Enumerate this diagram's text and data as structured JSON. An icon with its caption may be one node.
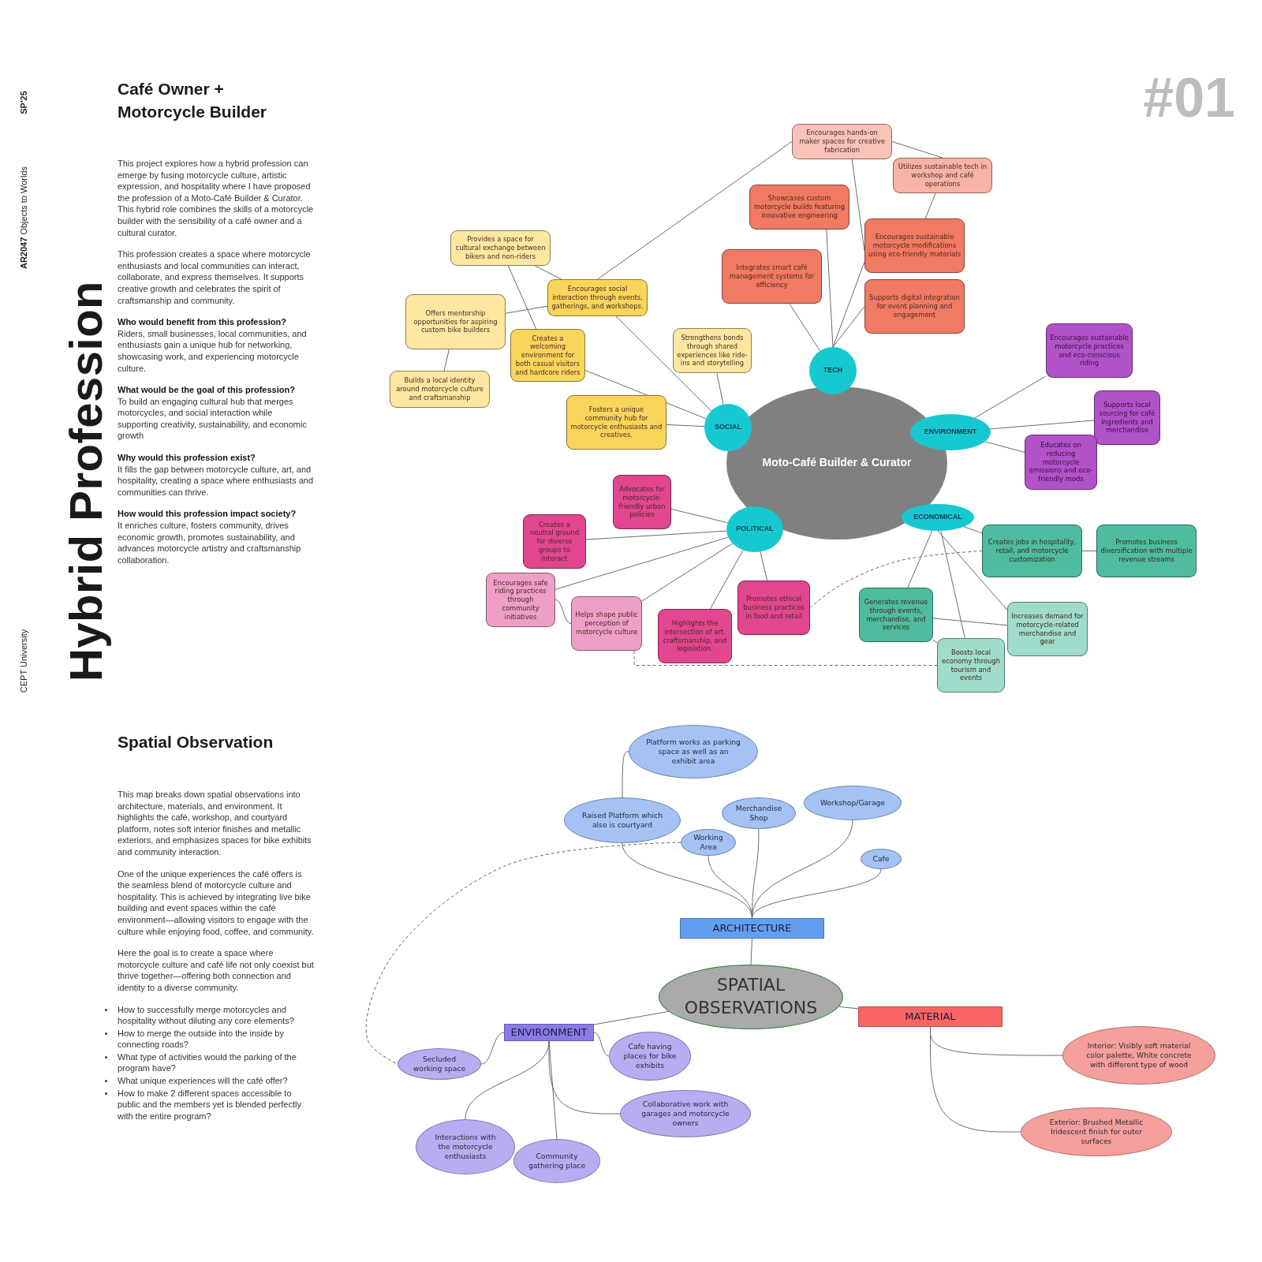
{
  "diagram": {
    "title": "Hybrid Profession",
    "nodes": [
      {
        "text": [
          "Moto-Café Builder & Curator"
        ]
      },
      {
        "text": [
          "TECH"
        ]
      },
      {
        "text": [
          "SOCIAL"
        ]
      },
      {
        "text": [
          "ENVIRONMENT"
        ]
      },
      {
        "text": [
          "POLITICAL"
        ]
      },
      {
        "text": [
          "ECONOMICAL"
        ]
      },
      {
        "text": [
          "Encourages hands-on maker spaces for creative fabrication"
        ]
      },
      {
        "text": [
          "Utilizes sustainable tech in workshop and café operations"
        ]
      },
      {
        "text": [
          "Showcases custom motorcycle builds featuring innovative engineering"
        ]
      },
      {
        "text": [
          "Integrates smart café management systems for efficiency"
        ]
      },
      {
        "text": [
          "Encourages sustainable motorcycle modifications using eco-friendly materials"
        ]
      },
      {
        "text": [
          "Supports digital integration for event planning and engagement"
        ]
      },
      {
        "text": [
          "Provides a space for cultural exchange between bikers and non-riders"
        ]
      },
      {
        "text": [
          "Encourages social interaction through events, gatherings, and workshops."
        ]
      },
      {
        "text": [
          "Offers mentorship opportunities for aspiring custom bike builders"
        ]
      },
      {
        "text": [
          "Creates a welcoming environment for both casual visitors and hardcore riders"
        ]
      },
      {
        "text": [
          "Strengthens bonds through shared experiences like ride-ins and storytelling"
        ]
      },
      {
        "text": [
          "Builds a local identity around motorcycle culture and craftsmanship"
        ]
      },
      {
        "text": [
          "Fosters a unique community hub for motorcycle enthusiasts and creatives."
        ]
      },
      {
        "text": [
          "Encourages sustainable motorcycle practices and eco-conscious riding"
        ]
      },
      {
        "text": [
          "Supports local sourcing for café ingredients and merchandise"
        ]
      },
      {
        "text": [
          "Educates on reducing motorcycle emissions and eco-friendly mods"
        ]
      },
      {
        "text": [
          "Advocates for motorcycle-friendly urban policies"
        ]
      },
      {
        "text": [
          "Creates a neutral ground for diverse groups to interact"
        ]
      },
      {
        "text": [
          "Encourages safe riding practices through community initiatives"
        ]
      },
      {
        "text": [
          "Helps shape public perception of motorcycle culture"
        ]
      },
      {
        "text": [
          "Highlights the intersection of art, craftsmanship, and legislation."
        ]
      },
      {
        "text": [
          "Promotes ethical business practices in food and retail"
        ]
      },
      {
        "text": [
          "Creates jobs in hospitality, retail, and motorcycle customization"
        ]
      },
      {
        "text": [
          "Promotes business diversification with multiple revenue streams"
        ]
      },
      {
        "text": [
          "Generates revenue through events, merchandise, and services"
        ]
      },
      {
        "text": [
          "Increases demand for motorcycle-related merchandise and gear"
        ]
      },
      {
        "text": [
          "Boosts local economy through tourism and events"
        ]
      },
      {
        "text": [
          "SPATIAL OBSERVATIONS"
        ]
      },
      {
        "text": [
          "ARCHITECTURE"
        ]
      },
      {
        "text": [
          "ENVIRONMENT"
        ]
      },
      {
        "text": [
          "MATERIAL"
        ]
      },
      {
        "text": [
          "Platform works as parking space as well as an exhibit area"
        ]
      },
      {
        "text": [
          "Raised Platform which also is courtyard"
        ]
      },
      {
        "text": [
          "Merchandise Shop"
        ]
      },
      {
        "text": [
          "Workshop/Garage"
        ]
      },
      {
        "text": [
          "Working Area"
        ]
      },
      {
        "text": [
          "Cafe"
        ]
      },
      {
        "text": [
          "Secluded working space"
        ]
      },
      {
        "text": [
          "Cafe having places for bike exhibits"
        ]
      },
      {
        "text": [
          "Collaborative work with garages and motorcycle owners"
        ]
      },
      {
        "text": [
          "Interactions with the motorcycle enthusiasts"
        ]
      },
      {
        "text": [
          "Community gathering place"
        ]
      },
      {
        "text": [
          "Interior: Visibly soft material color palette, White concrete with different type of wood"
        ]
      },
      {
        "text": [
          "Exterior: Brushed Metallic Iridescent finish for outer surfaces"
        ]
      }
    ],
    "edges": [
      {
        "from": 13,
        "to": 6,
        "arrow": "none"
      },
      {
        "from": 6,
        "to": 7,
        "arrow": "none"
      },
      {
        "from": 6,
        "to": 10,
        "arrow": "none"
      },
      {
        "from": 7,
        "to": 10,
        "arrow": "none"
      },
      {
        "from": 1,
        "to": 8,
        "arrow": "none"
      },
      {
        "from": 1,
        "to": 9,
        "arrow": "none"
      },
      {
        "from": 1,
        "to": 10,
        "arrow": "none"
      },
      {
        "from": 1,
        "to": 11,
        "arrow": "none"
      },
      {
        "from": 12,
        "to": 13,
        "arrow": "none"
      },
      {
        "from": 12,
        "to": 15,
        "arrow": "none"
      },
      {
        "from": 14,
        "to": 13,
        "arrow": "none"
      },
      {
        "from": 14,
        "to": 17,
        "arrow": "none"
      },
      {
        "from": 2,
        "to": 13,
        "arrow": "none"
      },
      {
        "from": 2,
        "to": 15,
        "arrow": "none"
      },
      {
        "from": 2,
        "to": 16,
        "arrow": "none"
      },
      {
        "from": 2,
        "to": 18,
        "arrow": "none"
      },
      {
        "from": 3,
        "to": 19,
        "arrow": "none"
      },
      {
        "from": 3,
        "to": 20,
        "arrow": "none"
      },
      {
        "from": 3,
        "to": 21,
        "arrow": "none"
      },
      {
        "from": 4,
        "to": 22,
        "arrow": "none"
      },
      {
        "from": 4,
        "to": 23,
        "arrow": "none"
      },
      {
        "from": 4,
        "to": 24,
        "arrow": "none"
      },
      {
        "from": 4,
        "to": 25,
        "arrow": "none"
      },
      {
        "from": 4,
        "to": 26,
        "arrow": "none"
      },
      {
        "from": 4,
        "to": 27,
        "arrow": "none"
      },
      {
        "from": 24,
        "to": 25,
        "arrow": "none"
      },
      {
        "from": 27,
        "to": 28,
        "arrow": "none",
        "style": "dashed"
      },
      {
        "from": 25,
        "to": 32,
        "arrow": "none",
        "style": "dashed"
      },
      {
        "from": 5,
        "to": 28,
        "arrow": "none"
      },
      {
        "from": 5,
        "to": 30,
        "arrow": "none"
      },
      {
        "from": 5,
        "to": 31,
        "arrow": "none"
      },
      {
        "from": 5,
        "to": 32,
        "arrow": "none"
      },
      {
        "from": 28,
        "to": 29,
        "arrow": "none"
      },
      {
        "from": 30,
        "to": 31,
        "arrow": "none"
      },
      {
        "from": 30,
        "to": 32,
        "arrow": "none"
      },
      {
        "from": 33,
        "to": 34,
        "arrow": "none"
      },
      {
        "from": 33,
        "to": 35,
        "arrow": "none"
      },
      {
        "from": 33,
        "to": 36,
        "arrow": "none"
      },
      {
        "from": 34,
        "to": 38,
        "arrow": "none"
      },
      {
        "from": 34,
        "to": 41,
        "arrow": "none"
      },
      {
        "from": 34,
        "to": 39,
        "arrow": "none"
      },
      {
        "from": 34,
        "to": 40,
        "arrow": "none"
      },
      {
        "from": 34,
        "to": 42,
        "arrow": "none"
      },
      {
        "from": 38,
        "to": 37,
        "arrow": "none"
      },
      {
        "from": 41,
        "to": 43,
        "arrow": "none",
        "style": "dashed"
      },
      {
        "from": 35,
        "to": 43,
        "arrow": "none"
      },
      {
        "from": 35,
        "to": 44,
        "arrow": "none"
      },
      {
        "from": 35,
        "to": 45,
        "arrow": "none"
      },
      {
        "from": 35,
        "to": 46,
        "arrow": "none"
      },
      {
        "from": 35,
        "to": 47,
        "arrow": "none"
      },
      {
        "from": 36,
        "to": 48,
        "arrow": "none"
      },
      {
        "from": 36,
        "to": 49,
        "arrow": "none"
      }
    ],
    "labels": [
      "SP'25",
      "**AR2047** Objects to Worlds",
      "CEPT University",
      "#01",
      "Café Owner + Motorcycle Builder",
      "This project explores how a hybrid profession can emerge by fusing motorcycle culture, artistic expression, and hospitality where I have proposed the profession of a Moto-Café Builder & Curator. This hybrid role combines the skills of a motorcycle builder with the sensibility of a café owner and a cultural curator.",
      "This profession creates a space where motorcycle enthusiasts and local communities can interact, collaborate, and express themselves. It supports creative growth and celebrates the spirit of craftsmanship and community.",
      "Who would benefit from this profession?",
      "Riders, small businesses, local communities, and enthusiasts gain a unique hub for networking, showcasing work, and experiencing motorcycle culture.",
      "What would be the goal of this profession?",
      "To build an engaging cultural hub that merges motorcycles, and social interaction while supporting creativity, sustainability, and economic growth",
      "Why would this profession exist?",
      "It fills the gap between motorcycle culture, art, and hospitality, creating a space where enthusiasts and communities can thrive.",
      "How would this profession impact society?",
      "It enriches culture, fosters community, drives economic growth, promotes sustainability, and advances motorcycle artistry and craftsmanship collaboration.",
      "Spatial Observation",
      "This map breaks down spatial observations into architecture, materials, and environment. It highlights the café, workshop, and courtyard platform, notes soft interior finishes and metallic exteriors, and emphasizes spaces for bike exhibits and community interaction.",
      "One of the unique experiences the café offers is the seamless blend of motorcycle culture and hospitality. This is achieved by integrating live bike building and event spaces within the café environment—allowing visitors to engage with the culture while enjoying food, coffee, and community.",
      "Here the goal is to create a space where motorcycle culture and café life not only coexist but thrive together—offering both connection and identity to a diverse community.",
      "How to successfully merge motorcycles and hospitality without diluting any core elements?",
      "How to merge the outside into the inside by connecting roads?",
      "What type of activities would the parking of the program have?",
      "What unique experiences will the café offer?",
      "How to make 2 different spaces accessible to public and the members yet is blended perfectly with the entire program?"
    ]
  }
}
